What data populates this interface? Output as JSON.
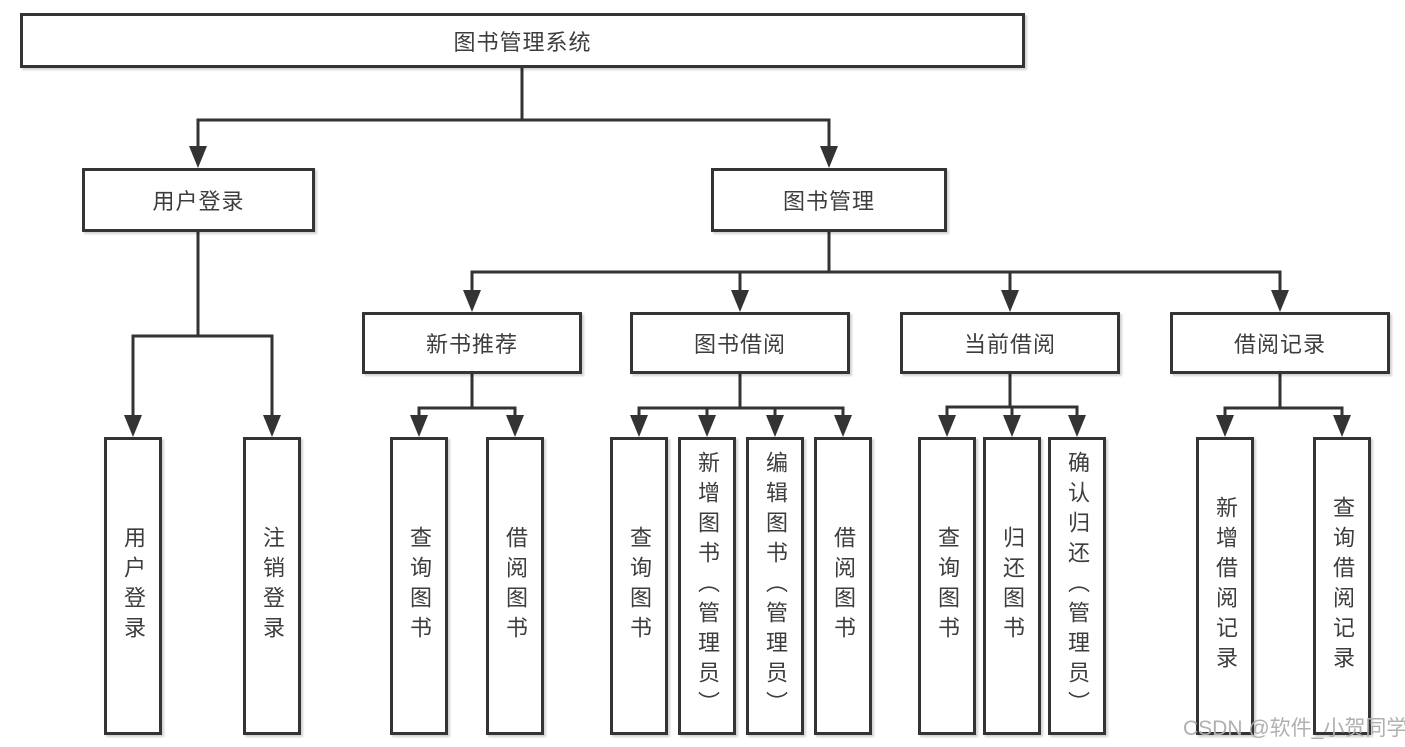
{
  "diagram": {
    "root": {
      "label": "图书管理系统"
    },
    "level2": [
      {
        "label": "用户登录"
      },
      {
        "label": "图书管理"
      }
    ],
    "level3": [
      {
        "label": "新书推荐"
      },
      {
        "label": "图书借阅"
      },
      {
        "label": "当前借阅"
      },
      {
        "label": "借阅记录"
      }
    ],
    "leaves": {
      "user_login": [
        "用户登录",
        "注销登录"
      ],
      "new_book": [
        "查询图书",
        "借阅图书"
      ],
      "book_borrow": [
        "查询图书",
        "新增图书（管理员）",
        "编辑图书（管理员）",
        "借阅图书"
      ],
      "current_borrow": [
        "查询图书",
        "归还图书",
        "确认归还（管理员）"
      ],
      "borrow_record": [
        "新增借阅记录",
        "查询借阅记录"
      ]
    },
    "watermark": "CSDN @软件_小贺同学",
    "colors": {
      "line": "#333333",
      "text": "#3d3d3d",
      "watermark": "#b0b0b0",
      "background": "#ffffff"
    }
  }
}
